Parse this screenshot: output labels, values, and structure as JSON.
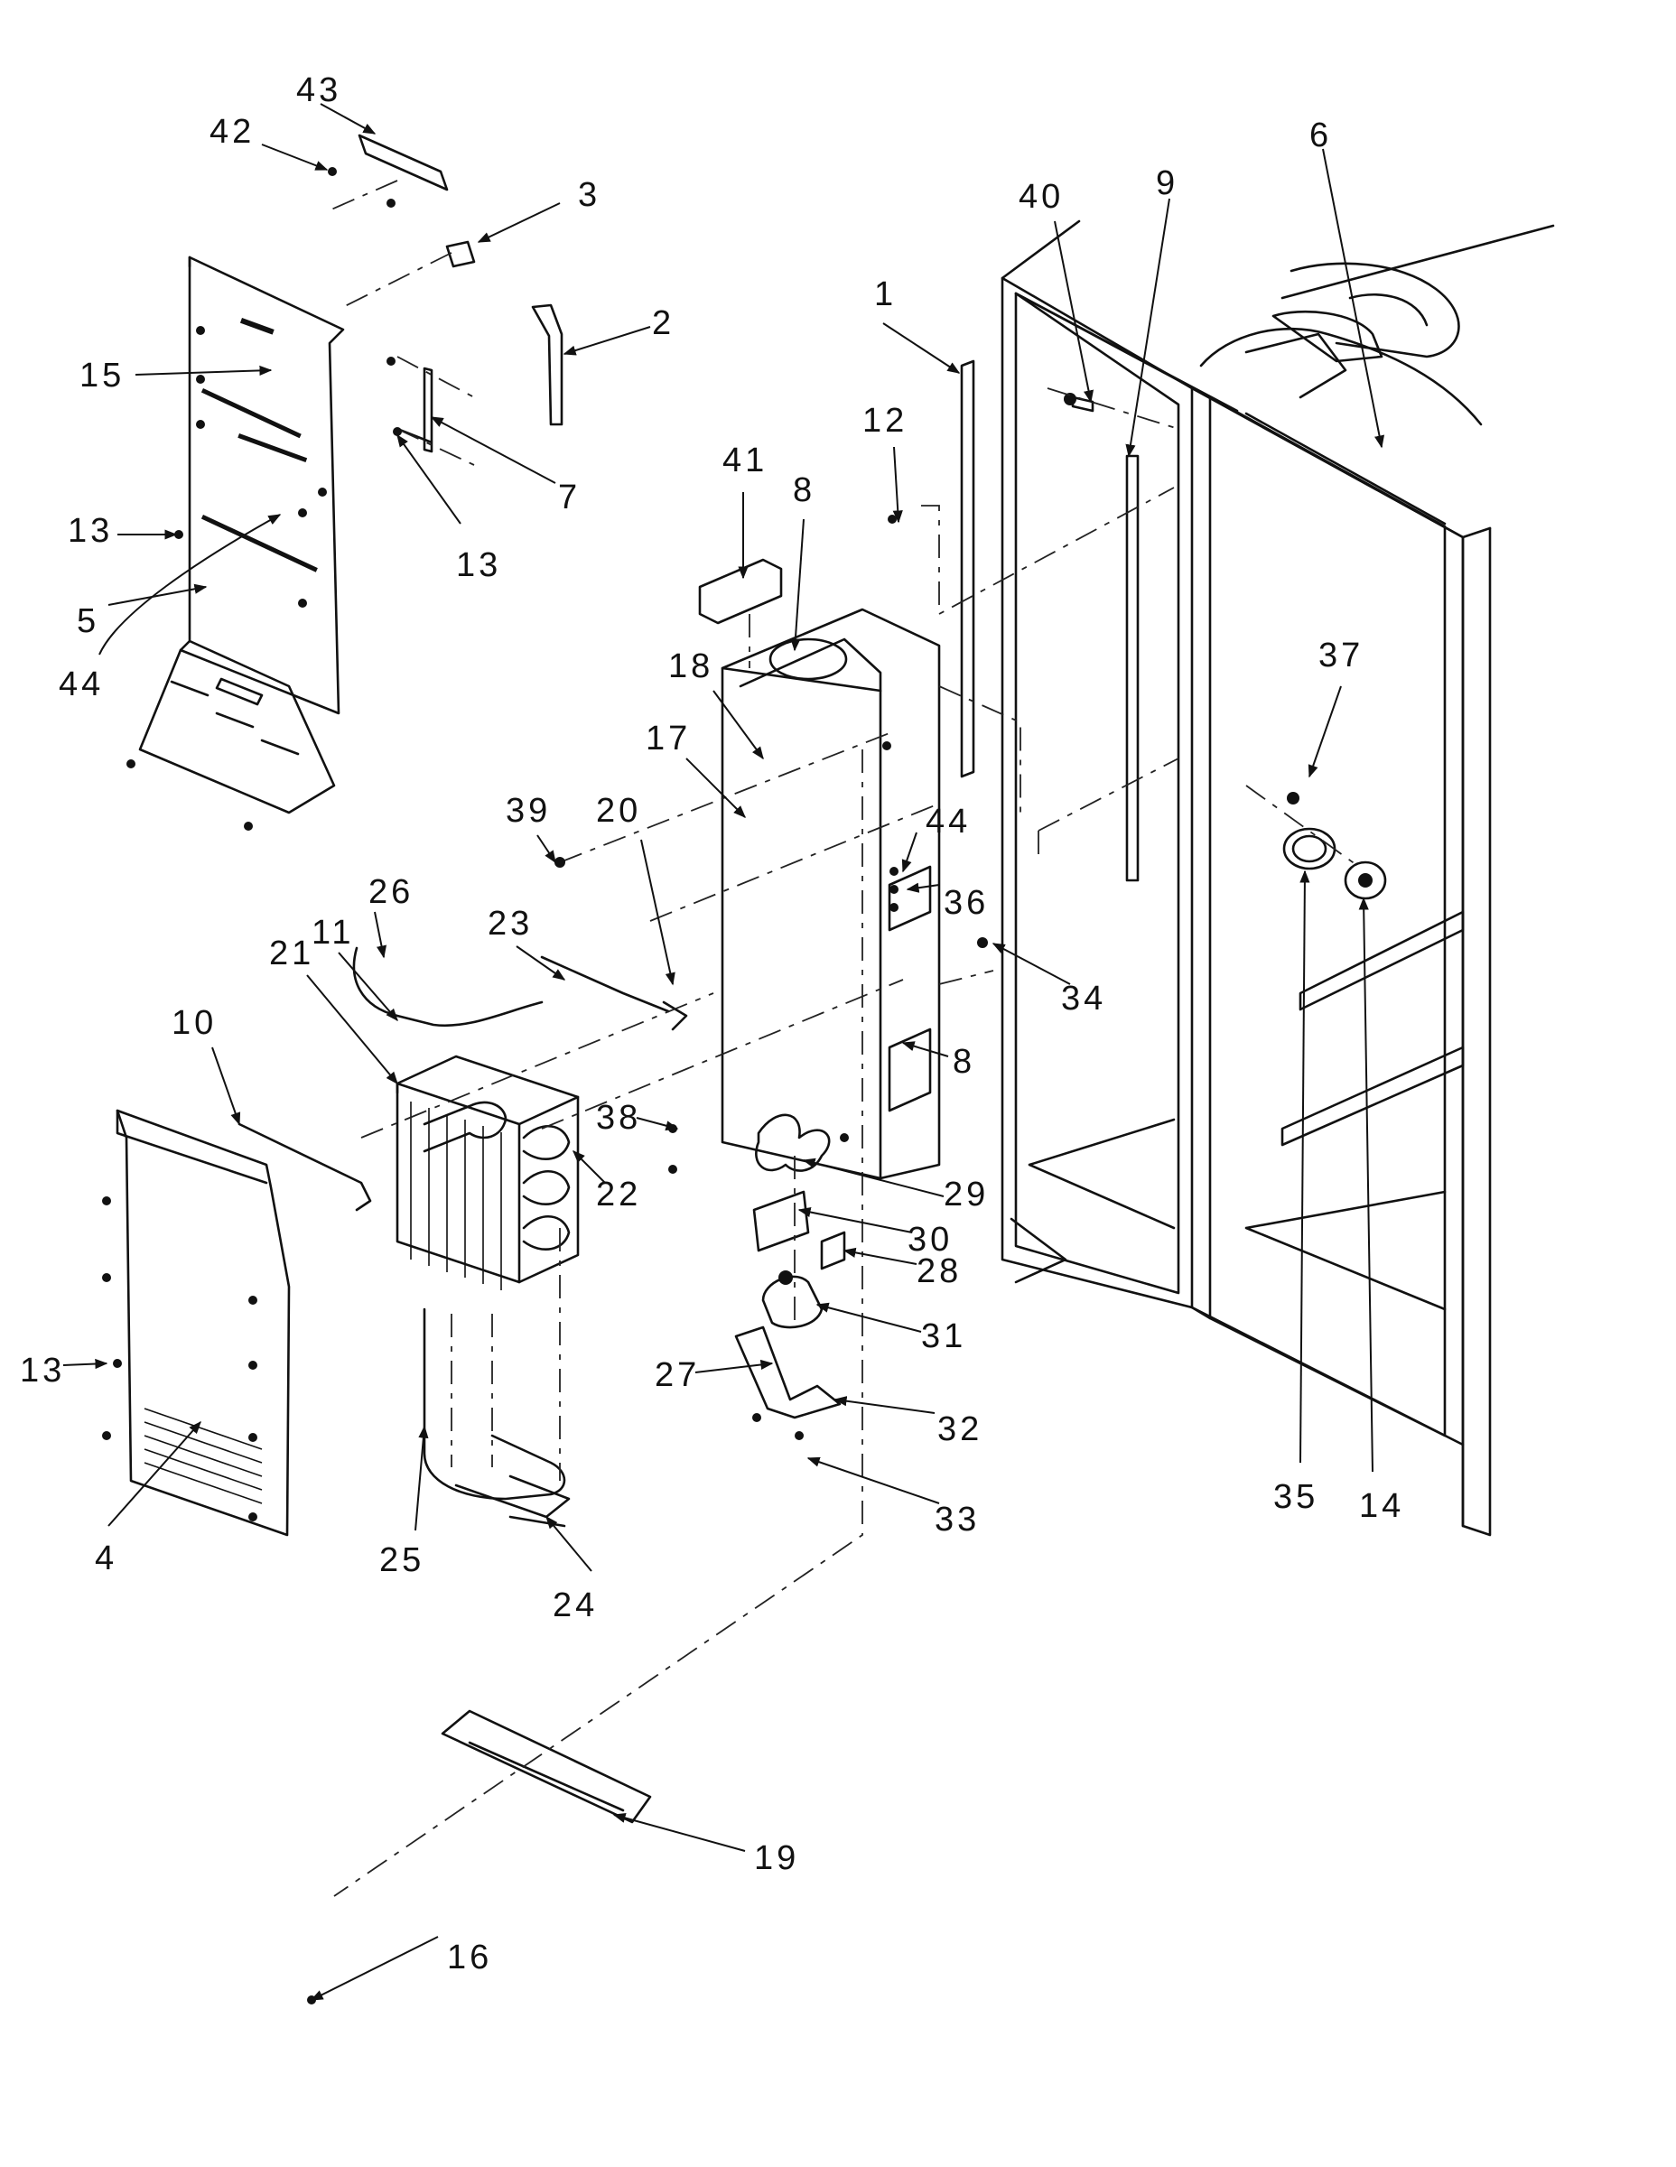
{
  "callouts": {
    "c1": "1",
    "c2": "2",
    "c3": "3",
    "c4": "4",
    "c5": "5",
    "c6": "6",
    "c7": "7",
    "c8a": "8",
    "c8b": "8",
    "c9": "9",
    "c10": "10",
    "c11": "11",
    "c12": "12",
    "c13a": "13",
    "c13b": "13",
    "c13c": "13",
    "c14": "14",
    "c15": "15",
    "c16": "16",
    "c17": "17",
    "c18": "18",
    "c19": "19",
    "c20": "20",
    "c21": "21",
    "c22": "22",
    "c23": "23",
    "c24": "24",
    "c25": "25",
    "c26": "26",
    "c27": "27",
    "c28": "28",
    "c29": "29",
    "c30": "30",
    "c31": "31",
    "c32": "32",
    "c33": "33",
    "c34": "34",
    "c35": "35",
    "c36": "36",
    "c37": "37",
    "c38": "38",
    "c39": "39",
    "c40": "40",
    "c41": "41",
    "c42": "42",
    "c43": "43",
    "c44a": "44",
    "c44b": "44"
  }
}
